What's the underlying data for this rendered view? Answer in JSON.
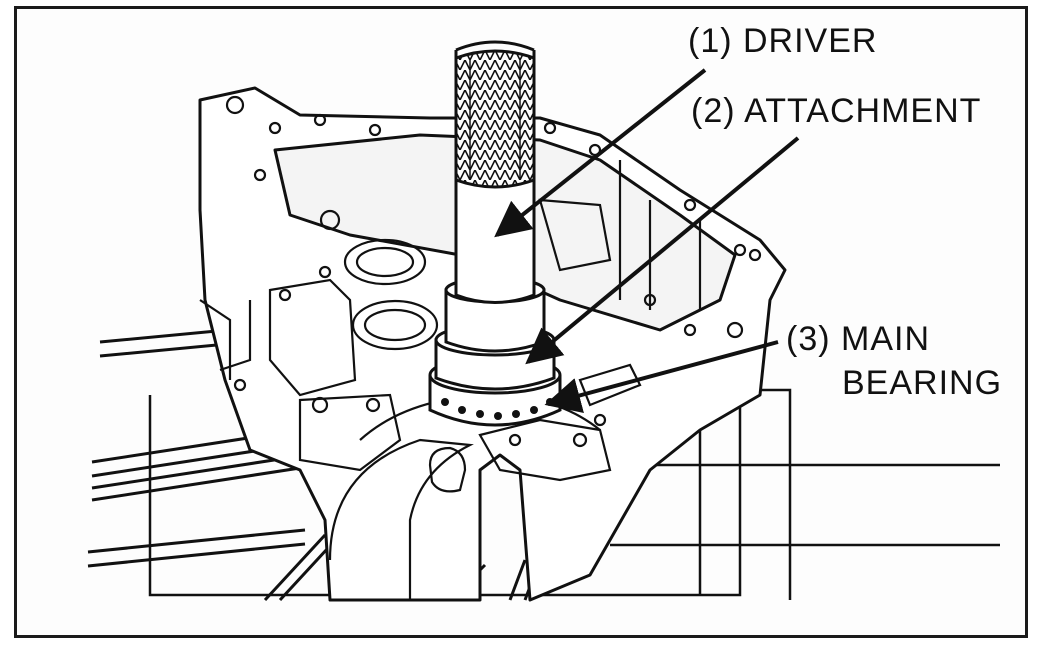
{
  "labels": {
    "driver": "(1) DRIVER",
    "attachment": "(2) ATTACHMENT",
    "main_bearing_line1": "(3) MAIN",
    "main_bearing_line2": "BEARING"
  },
  "colors": {
    "ink": "#111111",
    "paper": "#fdfdfd",
    "shade": "#d9d9d9"
  }
}
